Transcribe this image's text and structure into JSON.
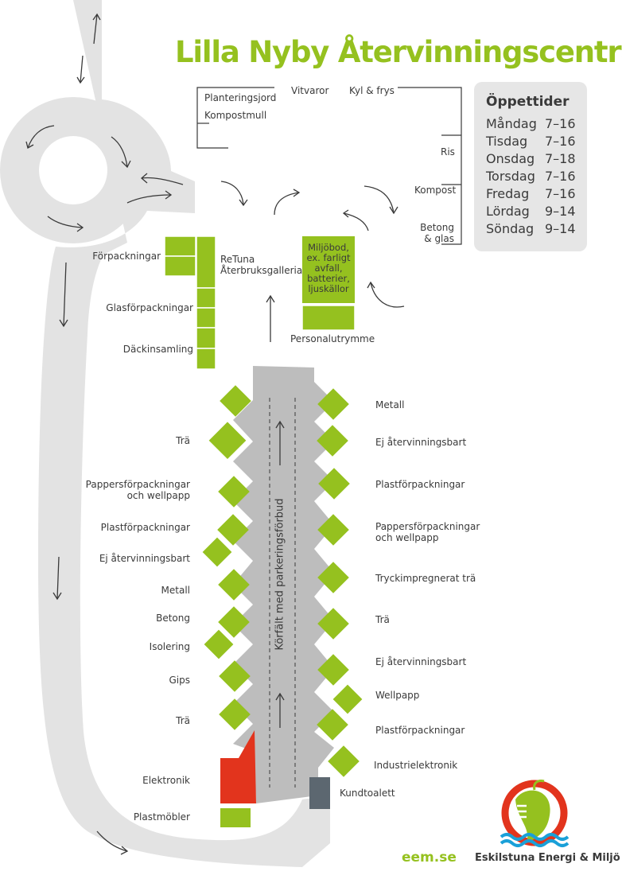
{
  "title": "Lilla Nyby Återvinningscentral",
  "opening_hours": {
    "heading": "Öppettider",
    "days": [
      {
        "day": "Måndag",
        "time": "7–16"
      },
      {
        "day": "Tisdag",
        "time": "7–16"
      },
      {
        "day": "Onsdag",
        "time": "7–18"
      },
      {
        "day": "Torsdag",
        "time": "7–16"
      },
      {
        "day": "Fredag",
        "time": "7–16"
      },
      {
        "day": "Lördag",
        "time": "9–14"
      },
      {
        "day": "Söndag",
        "time": "9–14"
      }
    ]
  },
  "top_labels": {
    "planteringsjord": "Planteringsjord",
    "kompostmull": "Kompostmull",
    "vitvaror": "Vitvaror",
    "kyl_frys": "Kyl & frys",
    "ris": "Ris",
    "kompost": "Kompost",
    "betong_glas_1": "Betong",
    "betong_glas_2": "& glas"
  },
  "middle_labels": {
    "forpackningar": "Förpackningar",
    "retuna_1": "ReTuna",
    "retuna_2": "Återbruksgalleria",
    "glasforpackningar": "Glasförpackningar",
    "dackinsamling": "Däckinsamling",
    "miljobod": [
      "Miljöbod,",
      "ex. farligt",
      "avfall,",
      "batterier,",
      "ljuskällor"
    ],
    "personalutrymme": "Personalutrymme"
  },
  "left_containers": [
    "Trä",
    "Pappersförpackningar",
    "och wellpapp",
    "Plastförpackningar",
    "Ej återvinningsbart",
    "Metall",
    "Betong",
    "Isolering",
    "Gips",
    "Trä",
    "Elektronik",
    "Plastmöbler"
  ],
  "right_containers": [
    "Metall",
    "Ej återvinningsbart",
    "Plastförpackningar",
    "Pappersförpackningar",
    "och wellpapp",
    "Tryckimpregnerat trä",
    "Trä",
    "Ej återvinningsbart",
    "Wellpapp",
    "Plastförpackningar",
    "Industrielektronik",
    "Kundtoalett"
  ],
  "lane_label": "Körfält med parkeringsförbud",
  "footer": {
    "url": "eem.se",
    "brand": "Eskilstuna Energi & Miljö"
  },
  "colors": {
    "accent_green": "#95c11f",
    "road_grey": "#e3e3e3",
    "lane_grey": "#bdbdbd",
    "electronics_red": "#e2341d",
    "toilet_slate": "#5c6770",
    "logo_blue": "#1aa0d8"
  }
}
